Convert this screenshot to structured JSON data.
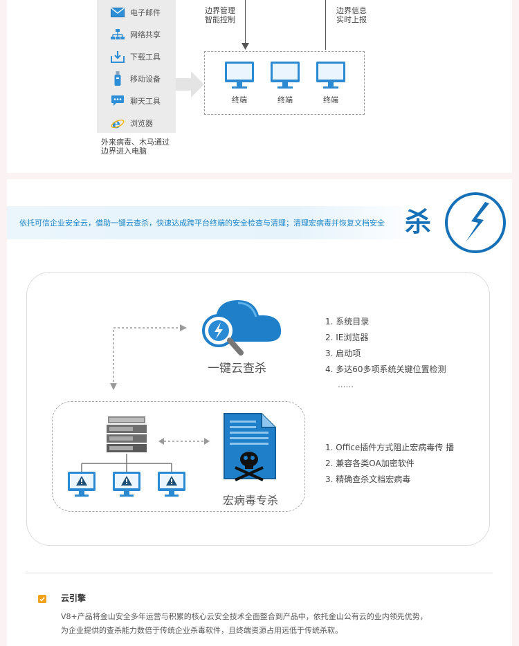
{
  "top_diagram": {
    "side_items": [
      {
        "label": "电子邮件",
        "icon": "email-icon"
      },
      {
        "label": "网络共享",
        "icon": "network-share-icon"
      },
      {
        "label": "下载工具",
        "icon": "download-icon"
      },
      {
        "label": "移动设备",
        "icon": "usb-icon"
      },
      {
        "label": "聊天工具",
        "icon": "chat-icon"
      },
      {
        "label": "浏览器",
        "icon": "ie-icon"
      }
    ],
    "intrusion_note": [
      "外来病毒、木马通过",
      "边界进入电脑"
    ],
    "boundary_mgmt": [
      "边界管理",
      "智能控制"
    ],
    "boundary_info": [
      "边界信息",
      "实时上报"
    ],
    "terminals": [
      "终端",
      "终端",
      "终端"
    ]
  },
  "banner": {
    "text": "依托可信企业安全云，借助一键云查杀，快速达成跨平台终端的安全检查与清理；清理宏病毒并恢复文档安全",
    "sha_char": "杀",
    "accent_color": "#1670b7"
  },
  "feature": {
    "cloud_title": "一键云查杀",
    "cloud_steps": [
      "1.  系统目录",
      "2.  IE浏览器",
      "3.  启动项",
      "4.  多达60多项系统关键位置检测"
    ],
    "cloud_more": "......",
    "macro_title": "宏病毒专杀",
    "macro_steps": [
      "1.  Office插件方式阻止宏病毒传 播",
      "2.  兼容各类OA加密软件",
      "3.  精确查杀文档宏病毒"
    ]
  },
  "engine": {
    "title": "云引擎",
    "desc": [
      "V8+产品将金山安全多年运营与积累的核心云安全技术全面整合到产品中，依托金山公有云的业内领先优势，",
      "为企业提供的查杀能力数倍于传统企业杀毒软件，且终端资源占用远低于传统杀软。"
    ]
  }
}
